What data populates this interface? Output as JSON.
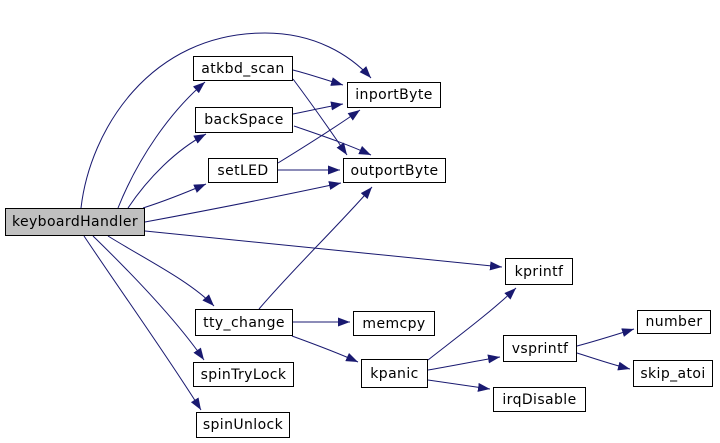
{
  "diagram": {
    "type": "call-graph",
    "root": "keyboardHandler",
    "colors": {
      "edge-color": "#191970",
      "node-border": "#000000",
      "node-fill": "#ffffff",
      "root-fill": "#c0c0c0",
      "background": "#ffffff",
      "text": "#000000"
    },
    "nodes": [
      {
        "id": "keyboardHandler",
        "label": "keyboardHandler",
        "highlighted": true
      },
      {
        "id": "atkbd_scan",
        "label": "atkbd_scan",
        "highlighted": false
      },
      {
        "id": "backSpace",
        "label": "backSpace",
        "highlighted": false
      },
      {
        "id": "setLED",
        "label": "setLED",
        "highlighted": false
      },
      {
        "id": "inportByte",
        "label": "inportByte",
        "highlighted": false
      },
      {
        "id": "outportByte",
        "label": "outportByte",
        "highlighted": false
      },
      {
        "id": "kprintf",
        "label": "kprintf",
        "highlighted": false
      },
      {
        "id": "tty_change",
        "label": "tty_change",
        "highlighted": false
      },
      {
        "id": "memcpy",
        "label": "memcpy",
        "highlighted": false
      },
      {
        "id": "spinTryLock",
        "label": "spinTryLock",
        "highlighted": false
      },
      {
        "id": "spinUnlock",
        "label": "spinUnlock",
        "highlighted": false
      },
      {
        "id": "kpanic",
        "label": "kpanic",
        "highlighted": false
      },
      {
        "id": "vsprintf",
        "label": "vsprintf",
        "highlighted": false
      },
      {
        "id": "irqDisable",
        "label": "irqDisable",
        "highlighted": false
      },
      {
        "id": "number",
        "label": "number",
        "highlighted": false
      },
      {
        "id": "skip_atoi",
        "label": "skip_atoi",
        "highlighted": false
      }
    ],
    "edges": [
      {
        "from": "keyboardHandler",
        "to": "atkbd_scan"
      },
      {
        "from": "keyboardHandler",
        "to": "backSpace"
      },
      {
        "from": "keyboardHandler",
        "to": "setLED"
      },
      {
        "from": "keyboardHandler",
        "to": "inportByte"
      },
      {
        "from": "keyboardHandler",
        "to": "outportByte"
      },
      {
        "from": "keyboardHandler",
        "to": "kprintf"
      },
      {
        "from": "keyboardHandler",
        "to": "tty_change"
      },
      {
        "from": "keyboardHandler",
        "to": "spinTryLock"
      },
      {
        "from": "keyboardHandler",
        "to": "spinUnlock"
      },
      {
        "from": "atkbd_scan",
        "to": "inportByte"
      },
      {
        "from": "atkbd_scan",
        "to": "outportByte"
      },
      {
        "from": "backSpace",
        "to": "inportByte"
      },
      {
        "from": "backSpace",
        "to": "outportByte"
      },
      {
        "from": "setLED",
        "to": "inportByte"
      },
      {
        "from": "setLED",
        "to": "outportByte"
      },
      {
        "from": "tty_change",
        "to": "memcpy"
      },
      {
        "from": "tty_change",
        "to": "kpanic"
      },
      {
        "from": "tty_change",
        "to": "outportByte"
      },
      {
        "from": "kpanic",
        "to": "kprintf"
      },
      {
        "from": "kpanic",
        "to": "vsprintf"
      },
      {
        "from": "kpanic",
        "to": "irqDisable"
      },
      {
        "from": "vsprintf",
        "to": "number"
      },
      {
        "from": "vsprintf",
        "to": "skip_atoi"
      }
    ]
  }
}
